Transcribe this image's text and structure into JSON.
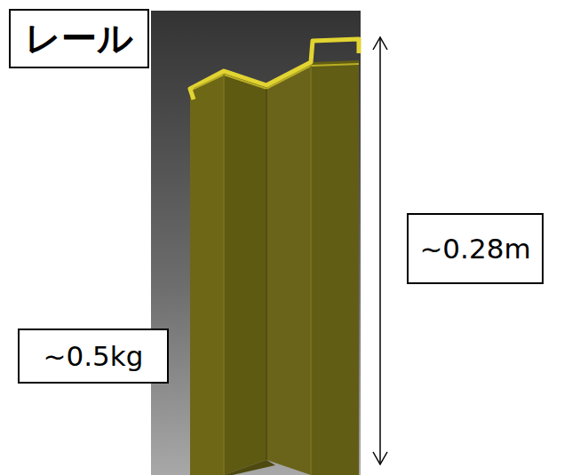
{
  "diagram": {
    "nodes": [
      {
        "text": [
          "レール"
        ]
      },
      {
        "text": [
          "~0.28m"
        ]
      },
      {
        "text": [
          "~0.5kg"
        ]
      }
    ]
  }
}
